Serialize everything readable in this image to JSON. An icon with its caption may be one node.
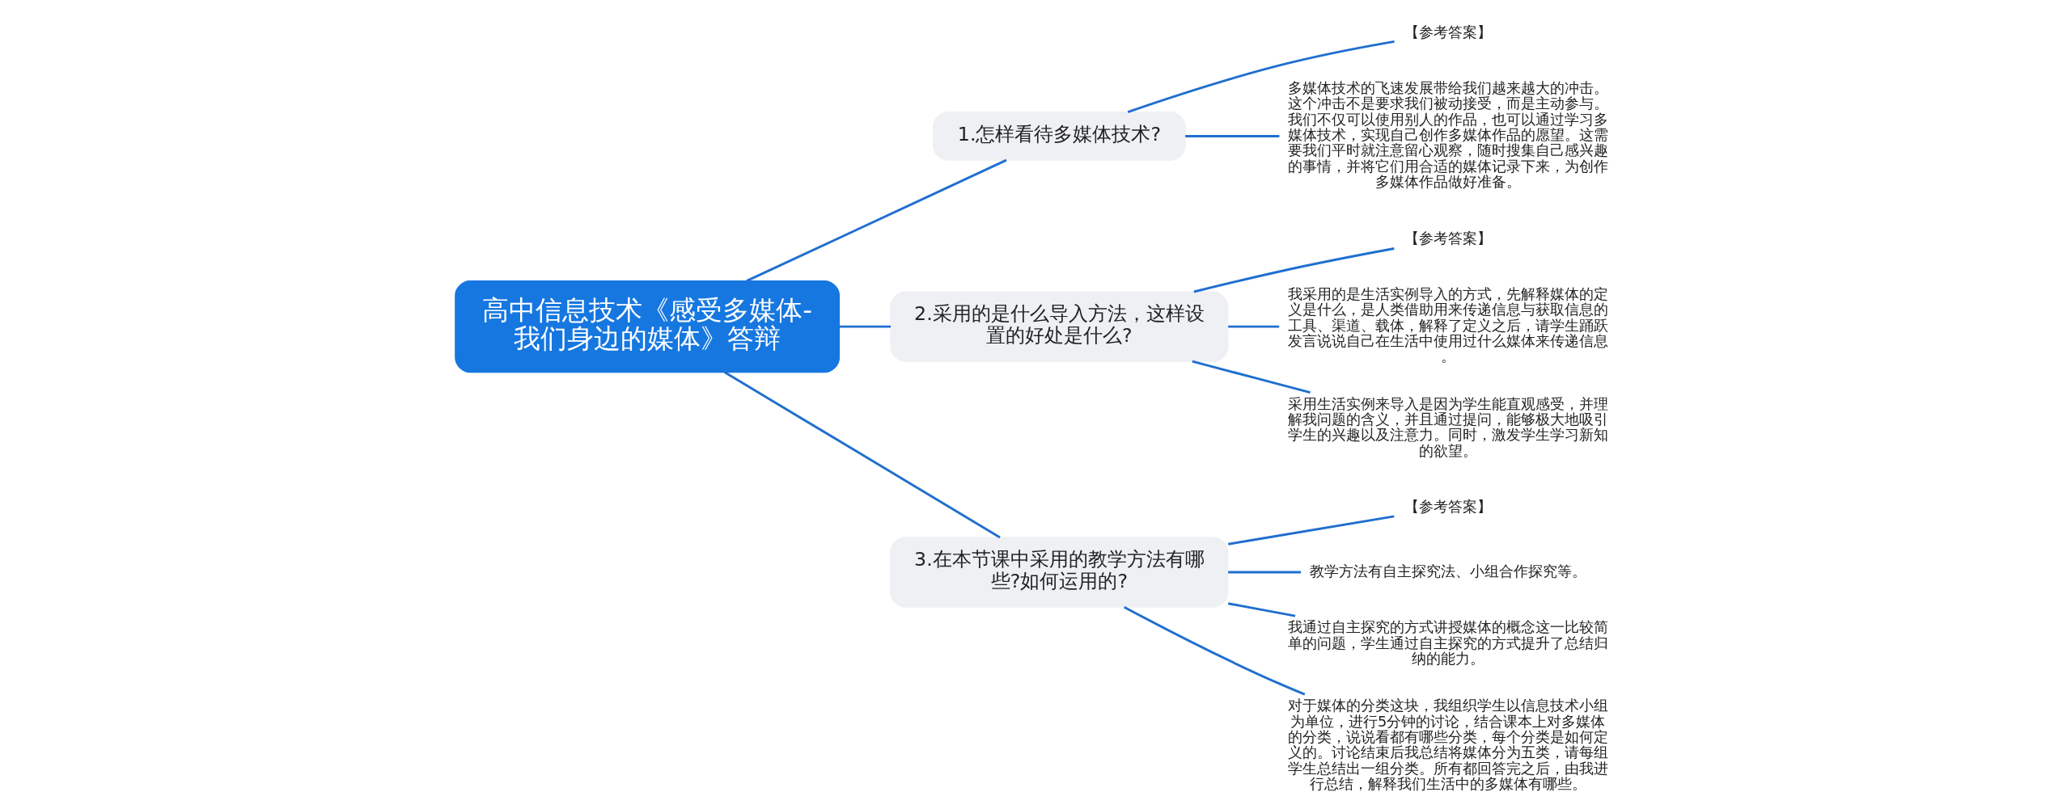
{
  "diagram": {
    "nodes": [
      {
        "text": [
          "高中信息技术《感受多媒体-我们身边的媒体》答辩"
        ]
      },
      {
        "text": [
          "1.怎样看待多媒体技术?"
        ]
      },
      {
        "text": [
          "【参考答案】"
        ]
      },
      {
        "text": [
          "多媒体技术的飞速发展带给我们越来越大的冲击。这个冲击不是要求我们被动接受，而是主动参与。我们不仅可以使用别人的作品，也可以通过学习多媒体技术，实现自己创作多媒体作品的愿望。这需要我们平时就注意留心观察，随时搜集自己感兴趣的事情，并将它们用合适的媒体记录下来，为创作多媒体作品做好准备。"
        ]
      },
      {
        "text": [
          "2.采用的是什么导入方法，这样设置的好处是什么?"
        ]
      },
      {
        "text": [
          "【参考答案】"
        ]
      },
      {
        "text": [
          "我采用的是生活实例导入的方式，先解释媒体的定义是什么，是人类借助用来传递信息与获取信息的工具、渠道、载体，解释了定义之后，请学生踊跃发言说说自己在生活中使用过什么媒体来传递信息。"
        ]
      },
      {
        "text": [
          "采用生活实例来导入是因为学生能直观感受，并理解我问题的含义，并且通过提问，能够极大地吸引学生的兴趣以及注意力。同时，激发学生学习新知的欲望。"
        ]
      },
      {
        "text": [
          "3.在本节课中采用的教学方法有哪些?如何运用的?"
        ]
      },
      {
        "text": [
          "【参考答案】"
        ]
      },
      {
        "text": [
          "教学方法有自主探究法、小组合作探究等。"
        ]
      },
      {
        "text": [
          "我通过自主探究的方式讲授媒体的概念这一比较简单的问题，学生通过自主探究的方式提升了总结归纳的能力。"
        ]
      },
      {
        "text": [
          "对于媒体的分类这块，我组织学生以信息技术小组为单位，进行5分钟的讨论，结合课本上对多媒体的分类，说说看都有哪些分类，每个分类是如何定义的。讨论结束后我总结将媒体分为五类，请每组学生总结出一组分类。所有都回答完之后，由我进行总结，解释我们生活中的多媒体有哪些。"
        ]
      }
    ],
    "edges": [
      {
        "from": 0,
        "to": 1,
        "arrow": "none"
      },
      {
        "from": 1,
        "to": 2,
        "arrow": "none"
      },
      {
        "from": 1,
        "to": 3,
        "arrow": "none"
      },
      {
        "from": 0,
        "to": 4,
        "arrow": "none"
      },
      {
        "from": 4,
        "to": 5,
        "arrow": "none"
      },
      {
        "from": 4,
        "to": 6,
        "arrow": "none"
      },
      {
        "from": 4,
        "to": 7,
        "arrow": "none"
      },
      {
        "from": 0,
        "to": 8,
        "arrow": "none"
      },
      {
        "from": 8,
        "to": 9,
        "arrow": "none"
      },
      {
        "from": 8,
        "to": 10,
        "arrow": "none"
      },
      {
        "from": 8,
        "to": 11,
        "arrow": "none"
      },
      {
        "from": 8,
        "to": 12,
        "arrow": "none"
      }
    ]
  }
}
